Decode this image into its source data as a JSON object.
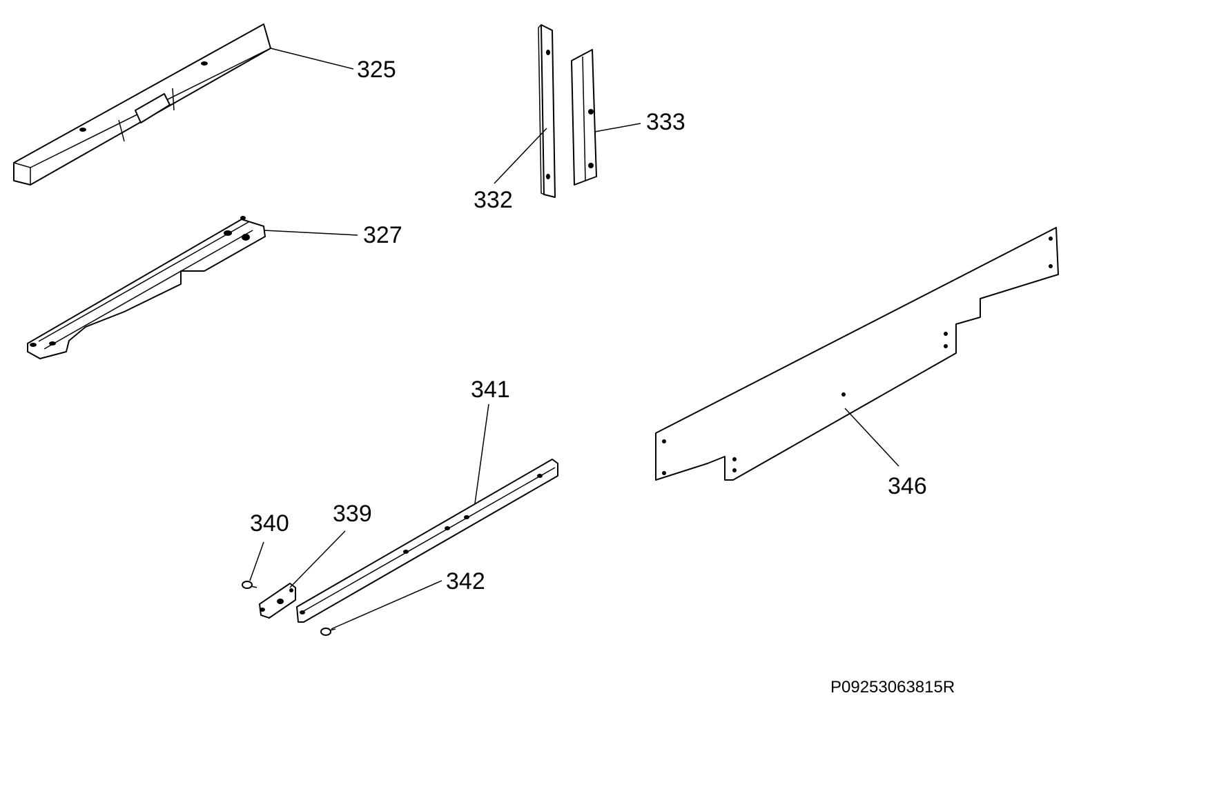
{
  "parts": [
    {
      "id": "p325",
      "label": "325"
    },
    {
      "id": "p327",
      "label": "327"
    },
    {
      "id": "p332",
      "label": "332"
    },
    {
      "id": "p333",
      "label": "333"
    },
    {
      "id": "p339",
      "label": "339"
    },
    {
      "id": "p340",
      "label": "340"
    },
    {
      "id": "p341",
      "label": "341"
    },
    {
      "id": "p342",
      "label": "342"
    },
    {
      "id": "p346",
      "label": "346"
    }
  ],
  "diagram_code": "P09253063815R"
}
